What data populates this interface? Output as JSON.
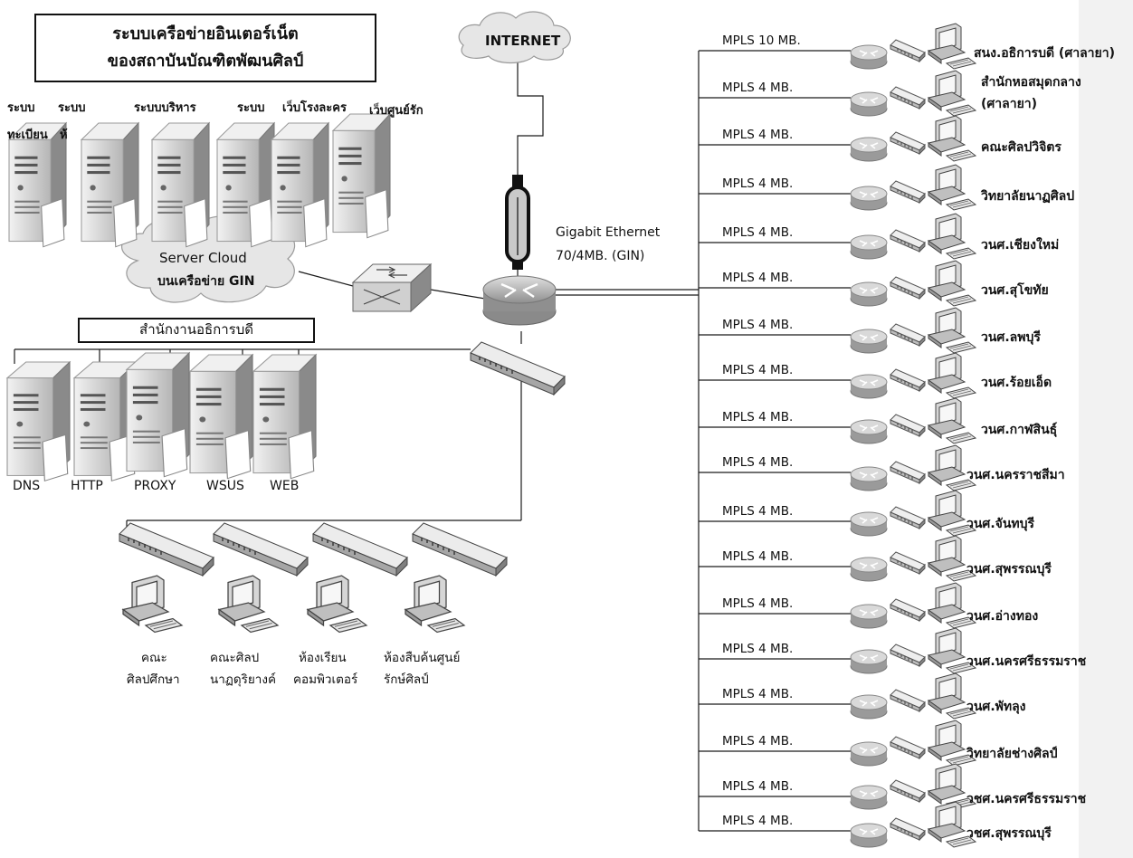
{
  "title": {
    "line1": "ระบบเครือข่ายอินเตอร์เน็ต",
    "line2": "ของสถาบันบัณฑิตพัฒนศิลป์"
  },
  "internet_label": "INTERNET",
  "uplink": {
    "line1": "Gigabit Ethernet",
    "line2": "70/4MB.  (GIN)"
  },
  "server_cloud": {
    "line1": "Server Cloud",
    "line2": "บนเครือข่าย  GIN"
  },
  "cloud_servers": [
    {
      "line1": "ระบบ",
      "line2": "ทะเบียน"
    },
    {
      "line1": "ระบบ",
      "line2": "ห้"
    },
    {
      "line1": "ระบบบริหาร",
      "line2": ""
    },
    {
      "line1": "ระบบ",
      "line2": ""
    },
    {
      "line1": "เว็บโรงละคร",
      "line2": ""
    },
    {
      "line1": "เว็บศูนย์รัก",
      "line2": ""
    }
  ],
  "office_label": "สำนักงานอธิการบดี",
  "office_servers": [
    "DNS",
    "HTTP",
    "PROXY",
    "WSUS",
    "WEB"
  ],
  "labs": [
    {
      "line1": "คณะ",
      "line2": "ศิลปศึกษา"
    },
    {
      "line1": "คณะศิลป",
      "line2": "นาฏดุริยางค์"
    },
    {
      "line1": "ห้องเรียน",
      "line2": "คอมพิวเตอร์"
    },
    {
      "line1": "ห้องสืบค้นศูนย์",
      "line2": "รักษ์ศิลป์"
    }
  ],
  "branches": [
    {
      "mpls": "MPLS  10 MB.",
      "site": "สนง.อธิการบดี (ศาลายา)",
      "site2": ""
    },
    {
      "mpls": "MPLS  4 MB.",
      "site": "สำนักหอสมุดกลาง",
      "site2": "(ศาลายา)"
    },
    {
      "mpls": "MPLS  4 MB.",
      "site": "คณะศิลปวิจิตร",
      "site2": ""
    },
    {
      "mpls": "MPLS  4 MB.",
      "site": "วิทยาลัยนาฏศิลป",
      "site2": ""
    },
    {
      "mpls": "MPLS  4 MB.",
      "site": "วนศ.เชียงใหม่",
      "site2": ""
    },
    {
      "mpls": "MPLS  4 MB.",
      "site": "วนศ.สุโขทัย",
      "site2": ""
    },
    {
      "mpls": "MPLS  4 MB.",
      "site": "วนศ.ลพบุรี",
      "site2": ""
    },
    {
      "mpls": "MPLS  4 MB.",
      "site": "วนศ.ร้อยเอ็ด",
      "site2": ""
    },
    {
      "mpls": "MPLS  4 MB.",
      "site": "วนศ.กาฬสินธุ์",
      "site2": ""
    },
    {
      "mpls": "MPLS  4 MB.",
      "site": "วนศ.นครราชสีมา",
      "site2": ""
    },
    {
      "mpls": "MPLS  4 MB.",
      "site": "วนศ.จันทบุรี",
      "site2": ""
    },
    {
      "mpls": "MPLS  4 MB.",
      "site": "วนศ.สุพรรณบุรี",
      "site2": ""
    },
    {
      "mpls": "MPLS  4 MB.",
      "site": "วนศ.อ่างทอง",
      "site2": ""
    },
    {
      "mpls": "MPLS  4 MB.",
      "site": "วนศ.นครศรีธรรมราช",
      "site2": ""
    },
    {
      "mpls": "MPLS  4 MB.",
      "site": "วนศ.พัทลุง",
      "site2": ""
    },
    {
      "mpls": "MPLS  4 MB.",
      "site": "วิทยาลัยช่างศิลป์",
      "site2": ""
    },
    {
      "mpls": "MPLS  4 MB.",
      "site": "วชศ.นครศรีธรรมราช",
      "site2": ""
    },
    {
      "mpls": "MPLS  4 MB.",
      "site": "วชศ.สุพรรณบุรี",
      "site2": ""
    }
  ],
  "colors": {
    "line": "#1a1a1a",
    "server_body": "#d9d9d9",
    "server_shadow": "#8c8c8c",
    "cloud_fill": "#e6e6e6",
    "router_fill": "#c8c8c8"
  },
  "icons": {
    "server": "server-icon",
    "router": "router-icon",
    "switch": "switch-icon",
    "pc": "pc-icon",
    "cloud": "cloud-icon",
    "modem": "modem-icon"
  }
}
